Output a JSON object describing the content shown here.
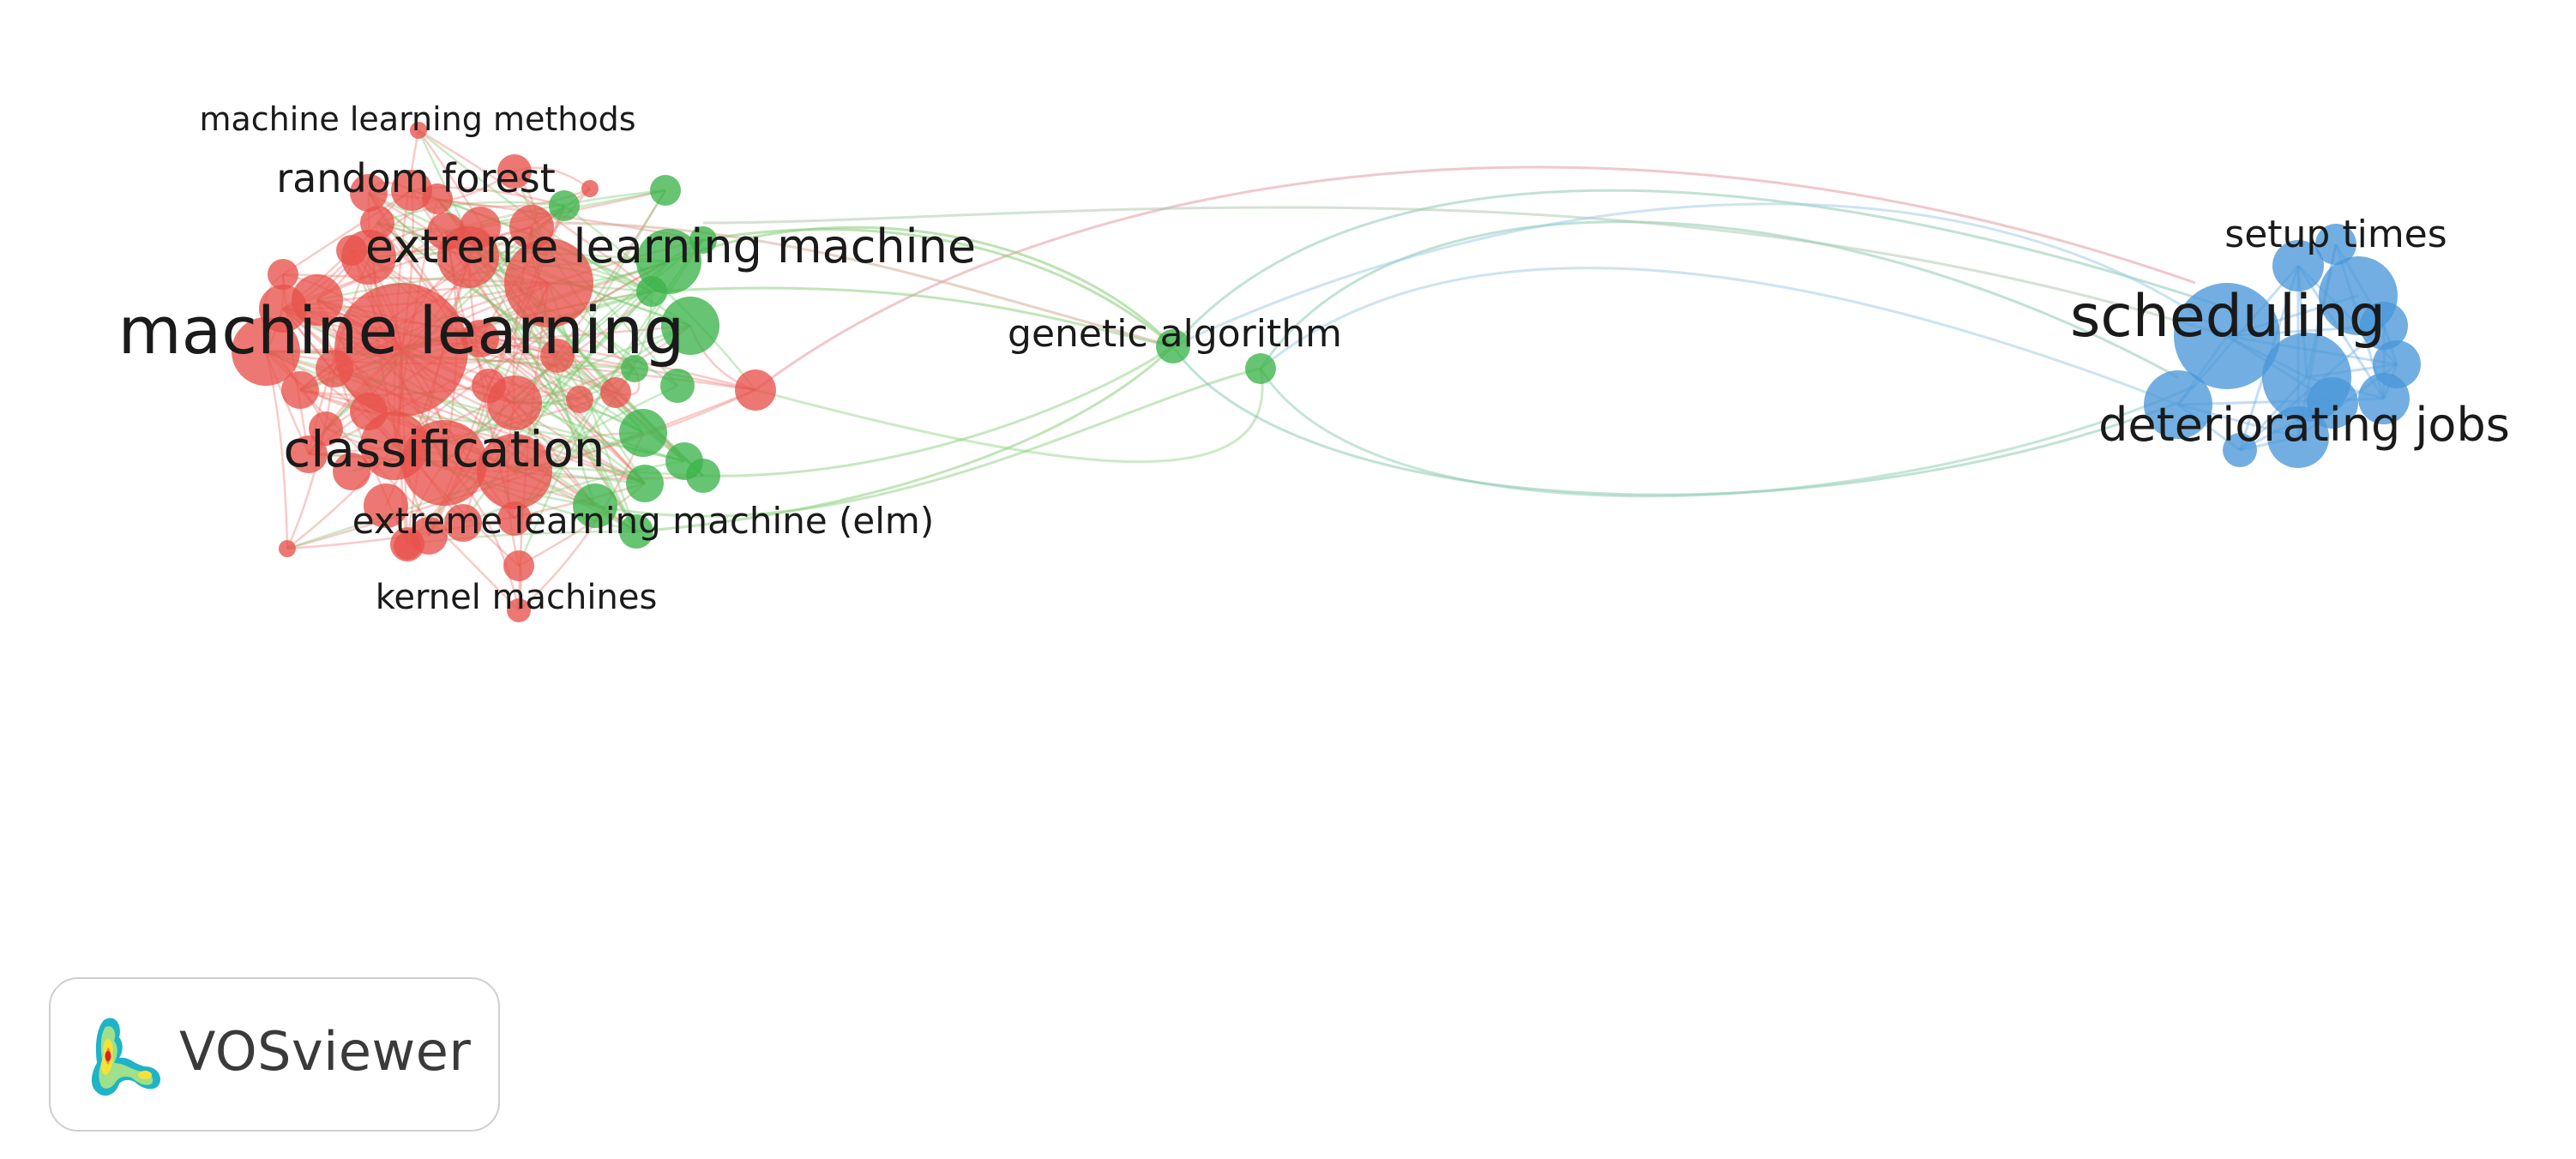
{
  "app": {
    "name": "VOSviewer"
  },
  "clusters": [
    {
      "id": 1,
      "color": "#e8524c"
    },
    {
      "id": 2,
      "color": "#3cb34a"
    },
    {
      "id": 3,
      "color": "#4a97d9"
    }
  ],
  "labels": {
    "machine_learning": "machine learning",
    "machine_learning_methods": "machine learning methods",
    "random_forest": "random forest",
    "extreme_learning_machine": "extreme learning machine",
    "classification": "classification",
    "extreme_learning_machine_elm": "extreme learning machine (elm)",
    "kernel_machines": "kernel machines",
    "genetic_algorithm": "genetic algorithm",
    "setup_times": "setup times",
    "scheduling": "scheduling",
    "deteriorating_jobs": "deteriorating jobs"
  }
}
